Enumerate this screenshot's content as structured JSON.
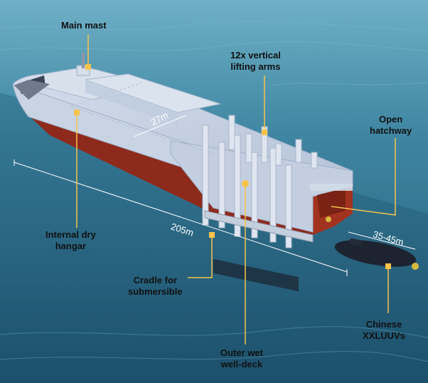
{
  "labels": {
    "main_mast": "Main mast",
    "lifting_arms": [
      "12x vertical",
      "lifting arms"
    ],
    "open_hatchway": [
      "Open",
      "hatchway"
    ],
    "dry_hangar": [
      "Internal dry",
      "hangar"
    ],
    "cradle": [
      "Cradle for",
      "submersible"
    ],
    "well_deck": [
      "Outer wet",
      "well-deck"
    ],
    "xxluuvs": [
      "Chinese",
      "XXLUUVs"
    ]
  },
  "dimensions": {
    "beam": "27m",
    "length": "205m",
    "uuv_length": "35-45m"
  },
  "colors": {
    "accent": "#f6c34b",
    "hull_red": "#8e2a1c",
    "superstructure": "#c6d2e3",
    "sea_light": "#5a9cb6",
    "sea_dark": "#1f4e68"
  }
}
